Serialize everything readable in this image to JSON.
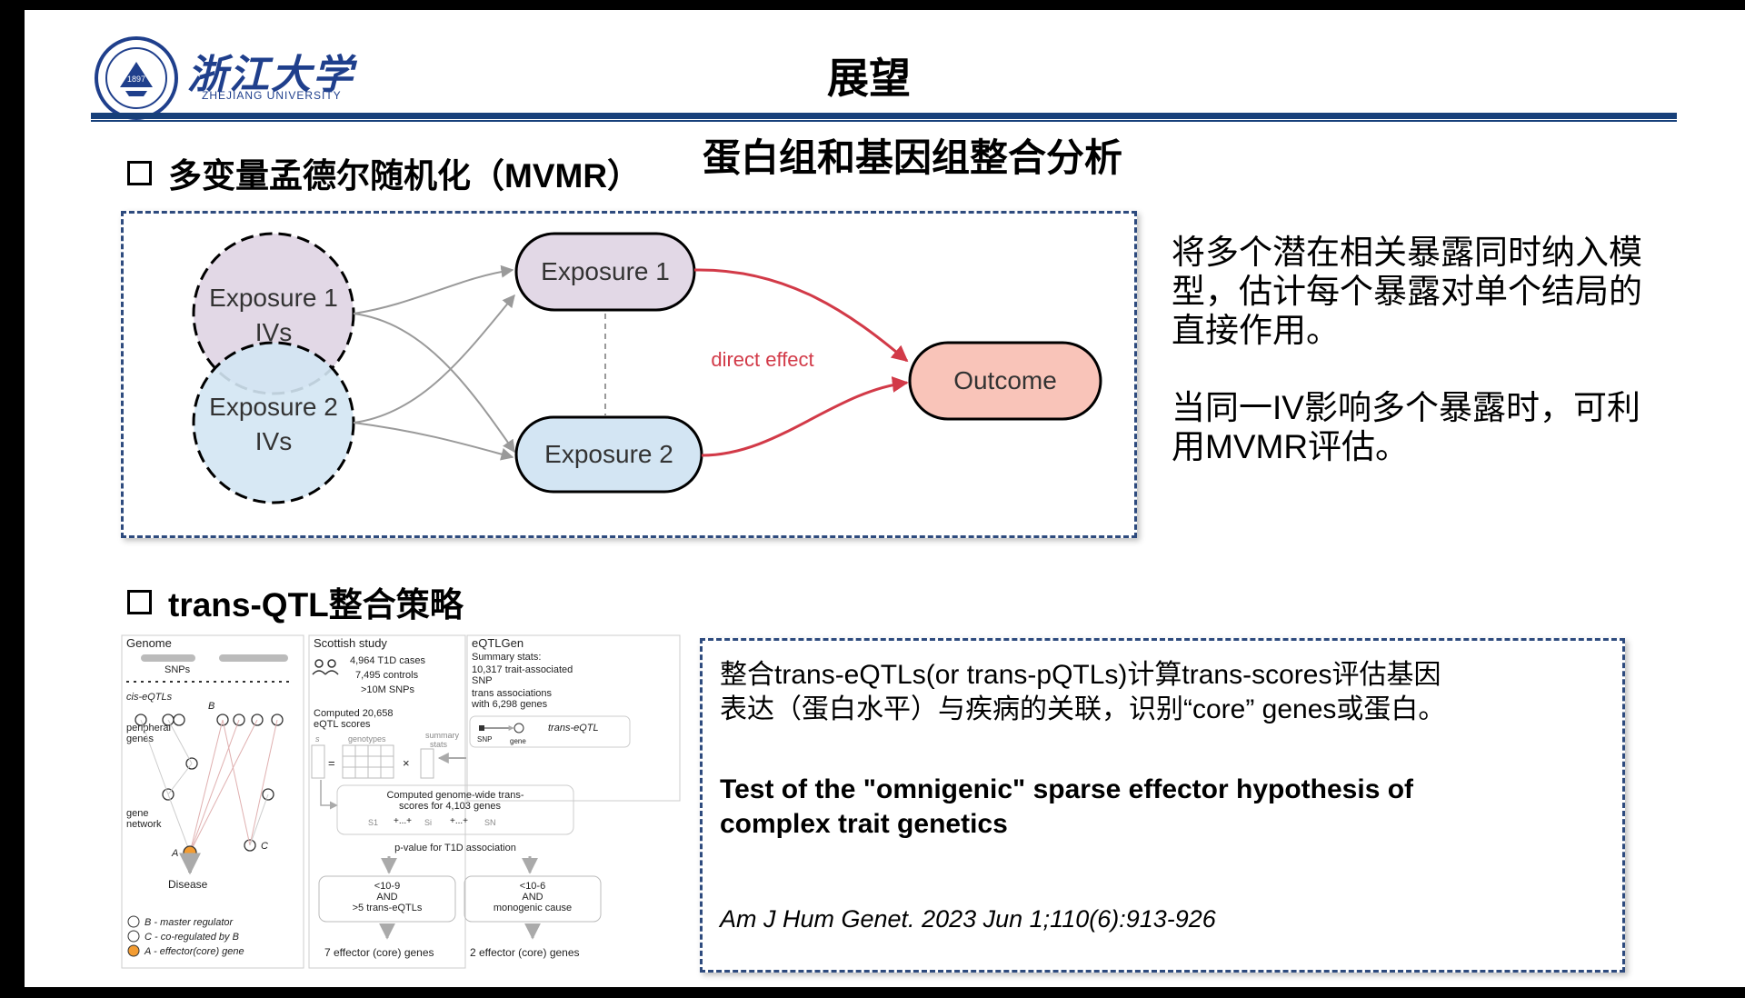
{
  "header": {
    "logo_cn": "浙江大学",
    "logo_en": "ZHEJIANG UNIVERSITY",
    "logo_seal_text": "1897",
    "title": "展望"
  },
  "section1": {
    "heading": "多变量孟德尔随机化（MVMR）",
    "subtitle": "蛋白组和基因组整合分析",
    "diagram": {
      "iv1": [
        "Exposure 1",
        "IVs"
      ],
      "iv2": [
        "Exposure 2",
        "IVs"
      ],
      "exp1": "Exposure 1",
      "exp2": "Exposure 2",
      "outcome": "Outcome",
      "direct_effect": "direct effect"
    },
    "desc1": [
      "将多个潜在相关暴露同时纳入模",
      "型，估计每个暴露对单个结局的",
      "直接作用。"
    ],
    "desc2": [
      "当同一IV影响多个暴露时，可利",
      "用MVMR评估。"
    ]
  },
  "section2": {
    "heading": "trans-QTL整合策略",
    "figure": {
      "genome": "Genome",
      "snps": "SNPs",
      "cis_eqtls": "cis-eQTLs",
      "peripheral_genes": [
        "peripheral",
        "genes"
      ],
      "gene_network": [
        "gene",
        "network"
      ],
      "node_b": "B",
      "node_a": "A",
      "node_c": "C",
      "disease": "Disease",
      "legend": [
        "B - master regulator",
        "C - co-regulated by B",
        "A - effector(core) gene"
      ],
      "scottish_study": "Scottish study",
      "scottish_stats": [
        "4,964 T1D cases",
        "7,495 controls",
        ">10M SNPs"
      ],
      "eqtlgen": "eQTLGen",
      "eqtlgen_stats": [
        "Summary stats:",
        "10,317 trait-associated",
        "SNP",
        "trans associations",
        "with 6,298 genes"
      ],
      "snp_label": "SNP",
      "gene_label": "gene",
      "trans_eqtl": "trans-eQTL",
      "computed_scores": [
        "Computed 20,658",
        "eQTL scores"
      ],
      "s_label": "s",
      "genotypes": "genotypes",
      "summary_stats": [
        "summary",
        "stats"
      ],
      "equals": "=",
      "times": "×",
      "genome_wide": [
        "Computed genome-wide trans-",
        "scores for 4,103 genes"
      ],
      "s1": "S1",
      "si": "Si",
      "sn": "SN",
      "plus": "+...+",
      "pvalue": "p-value for T1D association",
      "box_left": [
        "<10-9",
        "AND",
        ">5 trans-eQTLs"
      ],
      "box_right": [
        "<10-6",
        "AND",
        "monogenic cause"
      ],
      "result_left": "7 effector (core) genes",
      "result_right": "2 effector (core) genes"
    },
    "text1": [
      "整合trans-eQTLs(or trans-pQTLs)计算trans-scores评估基因",
      "表达（蛋白水平）与疾病的关联，识别“core” genes或蛋白。"
    ],
    "paper_title": [
      "Test of the \"omnigenic\" sparse effector hypothesis of",
      "complex trait genetics"
    ],
    "citation": "Am J Hum Genet. 2023 Jun 1;110(6):913-926"
  },
  "colors": {
    "brand_blue": "#1f3f8c",
    "rule": "#17407a",
    "dash": "#2e4b7e",
    "purple_fill": "#e2d8e6",
    "blue_fill": "#d3e5f3",
    "outcome_fill": "#f9c4b9",
    "red_arrow": "#d23a48"
  }
}
